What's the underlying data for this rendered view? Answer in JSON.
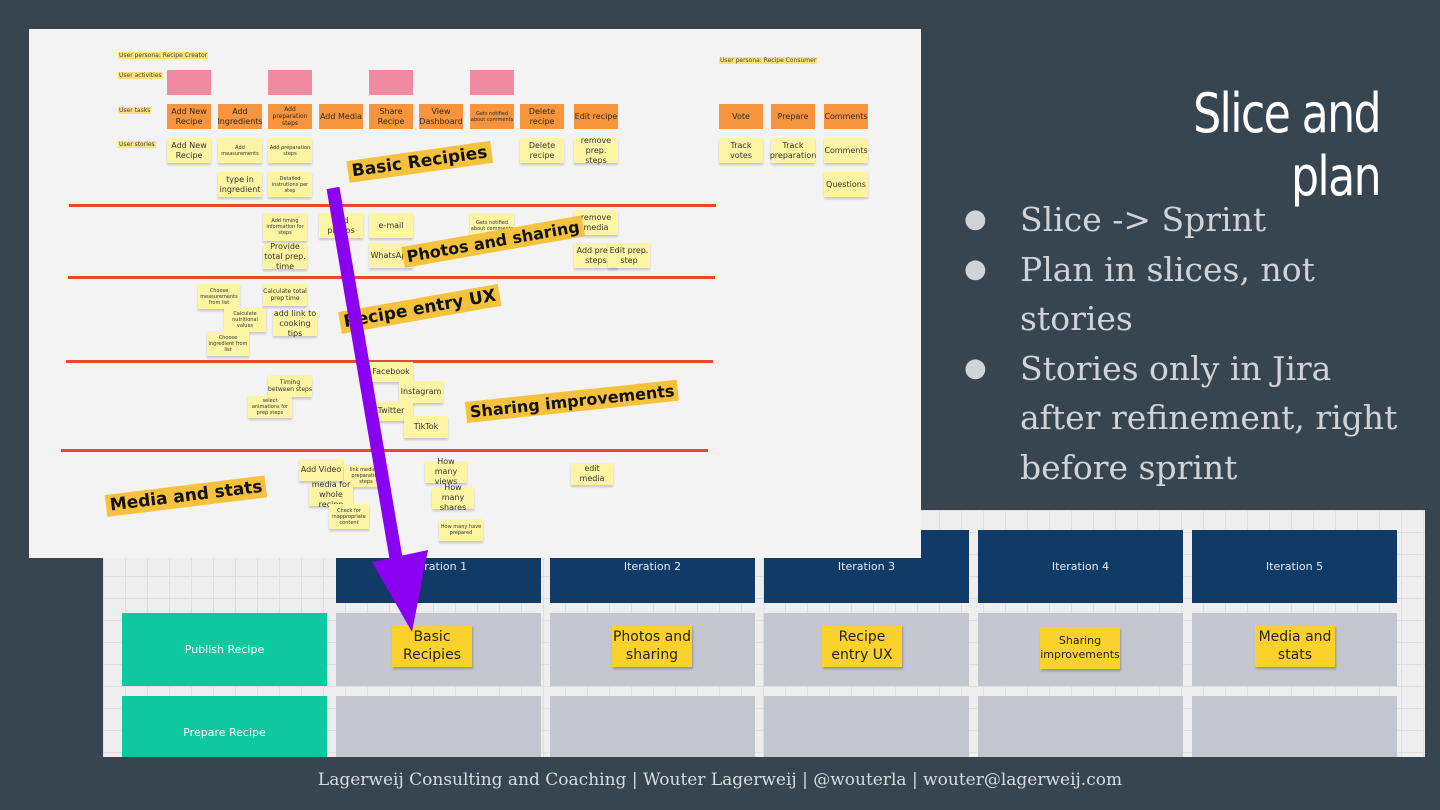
{
  "slide": {
    "title": "Slice and plan",
    "bullets": [
      "Slice -> Sprint",
      "Plan in slices, not stories",
      "Stories only in Jira after refinement, right before sprint"
    ],
    "footer": "Lagerweij Consulting and Coaching | Wouter Lagerweij | @wouterla | wouter@lagerweij.com"
  },
  "story_map": {
    "persona_creator": "User persona: Recipe Creator",
    "persona_consumer": "User persona: Recipe Consumer",
    "row_labels": [
      "User activities",
      "User tasks",
      "User stories"
    ],
    "tasks_creator": [
      "Add New Recipe",
      "Add Ingredients",
      "Add preparation steps",
      "Add Media",
      "Share Recipe",
      "View Dashboard",
      "Gets notified about comments",
      "Delete recipe",
      "Edit recipe"
    ],
    "tasks_consumer": [
      "Vote",
      "Prepare",
      "Comments"
    ],
    "stories_basic": [
      "Add New Recipe",
      "Add measurements",
      "Add preparation steps",
      "type in ingredient",
      "Detailed instrutions per step",
      "Delete recipe",
      "remove prep. steps"
    ],
    "stories_consumer": [
      "Track votes",
      "Track preparation",
      "Comments",
      "Questions"
    ],
    "stories_photos": [
      "Add timing information for steps",
      "Provide total prep. time",
      "Add photos",
      "e-mail",
      "WhatsApp",
      "Gets notified about comments",
      "remove media",
      "Add prep. steps",
      "Edit prep. step"
    ],
    "stories_ux": [
      "Choose measurements from list",
      "Calculate nutritional values",
      "Choose ingredient from list",
      "Calculate total prep time",
      "add link to cooking tips"
    ],
    "stories_sharing": [
      "Timing between steps",
      "select animations for prep steps",
      "Facebook",
      "Instagram",
      "Twitter",
      "TikTok"
    ],
    "stories_media": [
      "Add Video",
      "link media to preparation steps",
      "media for whole recipe",
      "Check for inappropriate content",
      "How many views",
      "How many shares",
      "How many have prepared",
      "edit media"
    ],
    "banners": [
      "Basic Recipies",
      "Photos and sharing",
      "Recipe entry UX",
      "Sharing improvements",
      "Media and stats"
    ]
  },
  "iteration_board": {
    "iterations": [
      "Iteration 1",
      "Iteration 2",
      "Iteration 3",
      "Iteration 4",
      "Iteration 5"
    ],
    "rows": [
      "Publish Recipe",
      "Prepare Recipe"
    ],
    "slices": [
      "Basic Recipies",
      "Photos and sharing",
      "Recipe entry UX",
      "Sharing improvements",
      "Media and stats"
    ]
  },
  "colors": {
    "background": "#36454f",
    "iteration_header": "#0f3b66",
    "row_header": "#0ec9a0",
    "slice_note": "#fbd22b",
    "arrow": "#8a00f0",
    "slice_line": "#e8482c"
  }
}
